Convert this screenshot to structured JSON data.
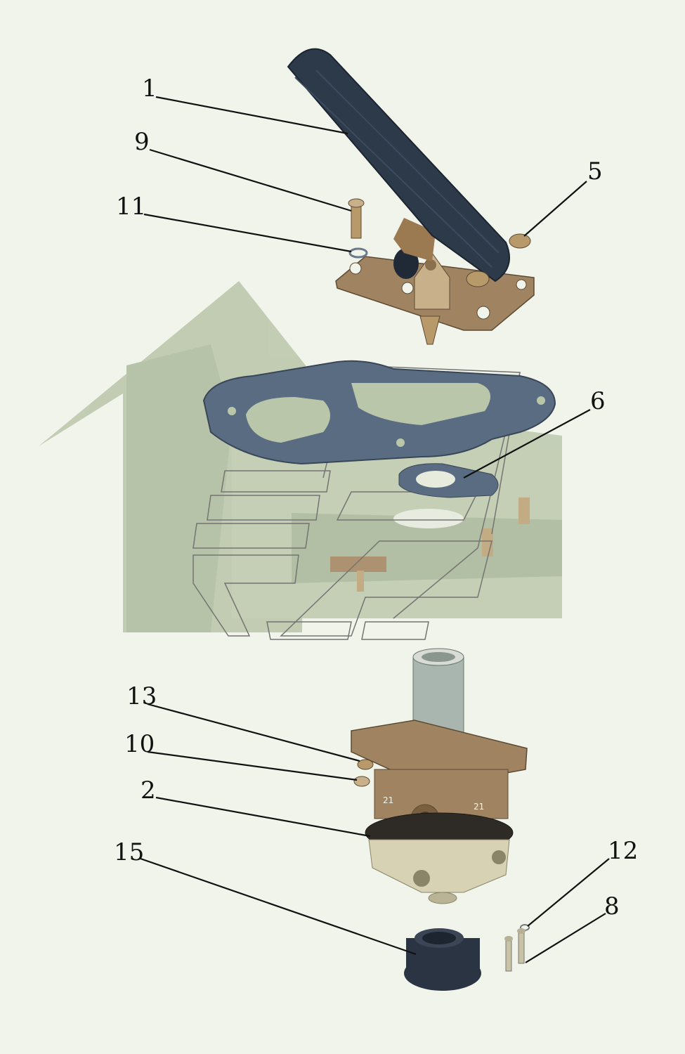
{
  "callouts": [
    {
      "id": "c1",
      "label": "1"
    },
    {
      "id": "c9",
      "label": "9"
    },
    {
      "id": "c11",
      "label": "11"
    },
    {
      "id": "c5",
      "label": "5"
    },
    {
      "id": "c6",
      "label": "6"
    },
    {
      "id": "c13",
      "label": "13"
    },
    {
      "id": "c10",
      "label": "10"
    },
    {
      "id": "c2",
      "label": "2"
    },
    {
      "id": "c15",
      "label": "15"
    },
    {
      "id": "c12",
      "label": "12"
    },
    {
      "id": "c8",
      "label": "8"
    }
  ],
  "valve_markings": {
    "port_left": "21",
    "port_right": "21"
  },
  "colors": {
    "background": "#f1f4ea",
    "pedal_rubber": "#2c3a4a",
    "metal_bronze": "#a08462",
    "gasket": "#5a6c82",
    "cab_ghost": "#b6c3a6",
    "valve_body": "#a08462",
    "valve_lower": "#d8d2b4",
    "cap": "#2b3442"
  }
}
